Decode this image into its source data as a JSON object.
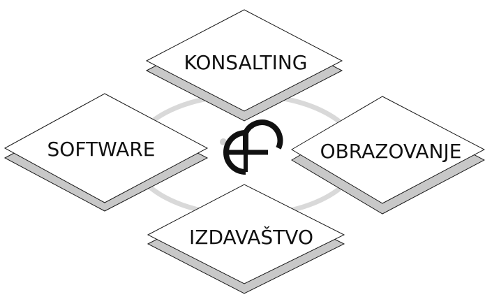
{
  "colors": {
    "ring": "#d9d9d9",
    "tile_face": "#ffffff",
    "tile_shadow": "#c8c8c8",
    "tile_stroke": "#1a1a1a",
    "text": "#111111",
    "logo": "#111111",
    "logo_dot": "#cfcfcf"
  },
  "tiles": [
    {
      "id": "konsalting",
      "label": "KONSALTING"
    },
    {
      "id": "software",
      "label": "SOFTWARE"
    },
    {
      "id": "obrazovanje",
      "label": "OBRAZOVANJE"
    },
    {
      "id": "izdavastvo",
      "label": "IZDAVAŠTVO"
    }
  ],
  "logo": {
    "icon": "company-logo-icon"
  }
}
